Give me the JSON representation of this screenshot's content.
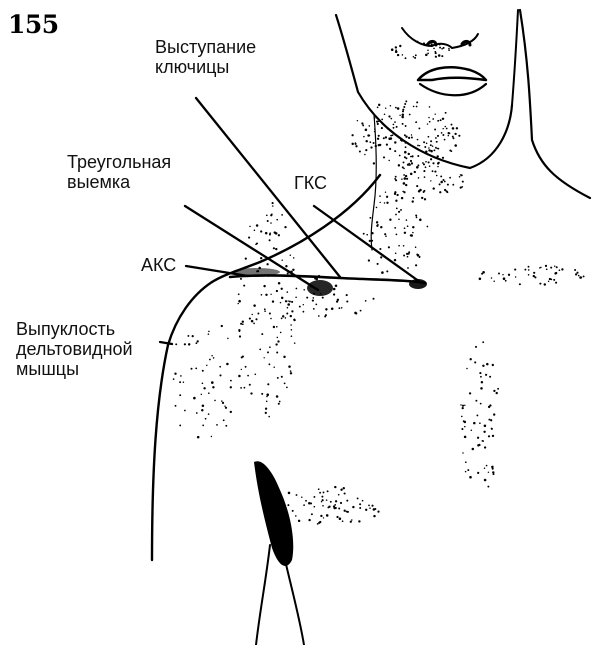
{
  "figure": {
    "number": "155",
    "labels": {
      "clavicle_prominence": "Выступание\nключицы",
      "triangular_notch": "Треугольная\nвыемка",
      "sc_joint": "ГКС",
      "ac_joint": "АКС",
      "deltoid_convexity": "Выпуклость\nдельтовидной\nмышцы"
    }
  }
}
